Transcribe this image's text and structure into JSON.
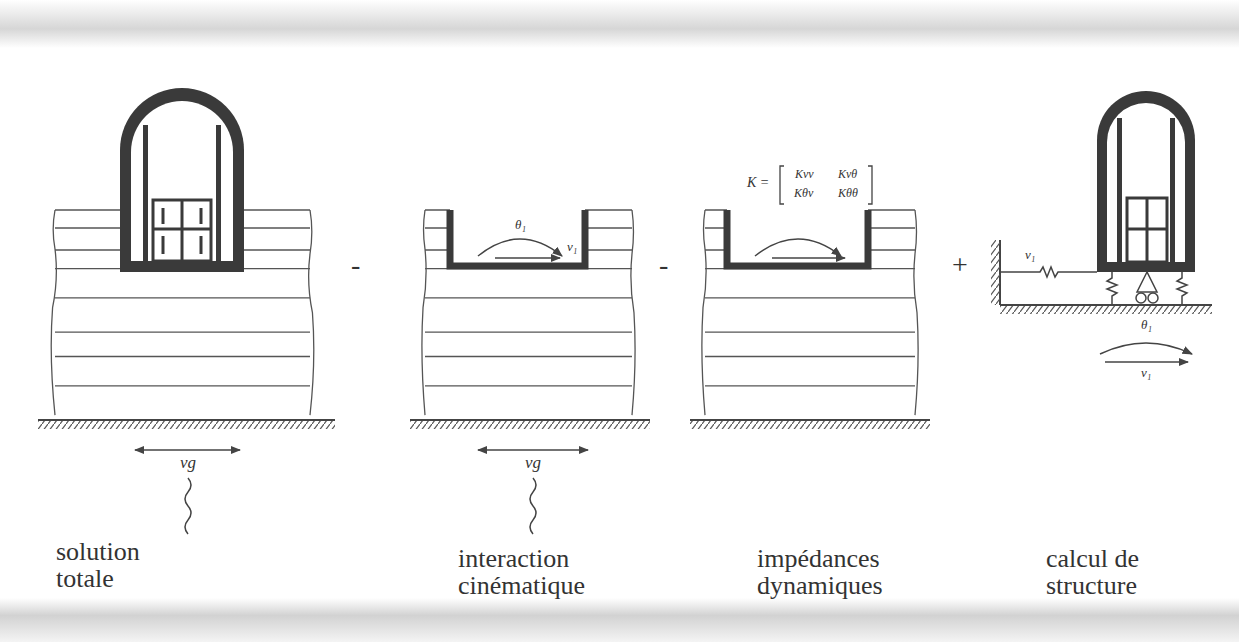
{
  "diagram": {
    "labels": [
      "solution totale",
      "vg",
      "-",
      "θ₁",
      "v₁",
      "vg",
      "interaction cinématique",
      "-",
      "K =",
      "Kvv",
      "Kvθ",
      "Kθv",
      "Kθθ",
      "impédances dynamiques",
      "+",
      "v₁",
      "θ₁",
      "v₁",
      "calcul de structure"
    ]
  }
}
